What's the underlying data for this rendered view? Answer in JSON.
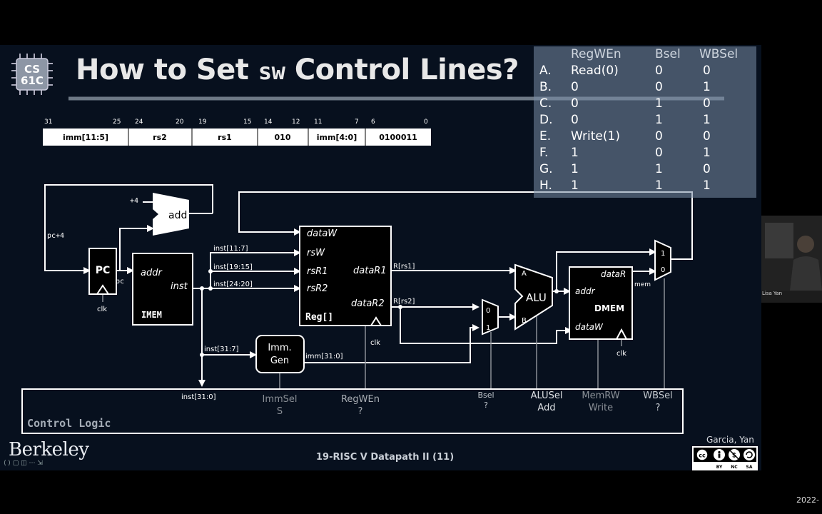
{
  "slide": {
    "logo_text": [
      "CS",
      "61C"
    ],
    "title_prefix": "How to Set ",
    "title_code": "sw",
    "title_suffix": " Control Lines?",
    "footer": "19-RISC V Datapath II (11)",
    "author": "Garcia, Yan",
    "institution": "Berkeley",
    "license": [
      "BY",
      "NC",
      "SA"
    ],
    "corner_date": "2022-"
  },
  "answer_table": {
    "headers": [
      "RegWEn",
      "Bsel",
      "WBSel"
    ],
    "rows": [
      {
        "opt": "A.",
        "regwen": "Read(0)",
        "bsel": "0",
        "wbsel": "0"
      },
      {
        "opt": "B.",
        "regwen": "0",
        "bsel": "0",
        "wbsel": "1"
      },
      {
        "opt": "C.",
        "regwen": "0",
        "bsel": "1",
        "wbsel": "0"
      },
      {
        "opt": "D.",
        "regwen": "0",
        "bsel": "1",
        "wbsel": "1"
      },
      {
        "opt": "E.",
        "regwen": "Write(1)",
        "bsel": "0",
        "wbsel": "0"
      },
      {
        "opt": "F.",
        "regwen": "1",
        "bsel": "0",
        "wbsel": "1"
      },
      {
        "opt": "G.",
        "regwen": "1",
        "bsel": "1",
        "wbsel": "0"
      },
      {
        "opt": "H.",
        "regwen": "1",
        "bsel": "1",
        "wbsel": "1"
      }
    ]
  },
  "instr_format": {
    "bit_labels": [
      "31",
      "25",
      "24",
      "20",
      "19",
      "15",
      "14",
      "12",
      "11",
      "7",
      "6",
      "0"
    ],
    "fields": [
      "imm[11:5]",
      "rs2",
      "rs1",
      "010",
      "imm[4:0]",
      "0100011"
    ]
  },
  "datapath": {
    "plus4": "+4",
    "add": "add",
    "pc4": "pc+4",
    "pc": "PC",
    "pc_out": "pc",
    "clk": "clk",
    "imem_addr": "addr",
    "imem_inst": "inst",
    "imem": "IMEM",
    "inst_11_7": "inst[11:7]",
    "inst_19_15": "inst[19:15]",
    "inst_24_20": "inst[24:20]",
    "inst_31_7": "inst[31:7]",
    "inst_31_0": "inst[31:0]",
    "reg_dataw": "dataW",
    "reg_rsw": "rsW",
    "reg_rsr1": "rsR1",
    "reg_rsr2": "rsR2",
    "reg_datar1": "dataR1",
    "reg_datar2": "dataR2",
    "reg": "Reg[]",
    "r_rs1": "R[rs1]",
    "r_rs2": "R[rs2]",
    "immgen_1": "Imm.",
    "immgen_2": "Gen",
    "imm_31_0": "imm[31:0]",
    "mux0": "0",
    "mux1": "1",
    "alu": "ALU",
    "alu_a": "A",
    "alu_b": "B",
    "dmem_datar": "dataR",
    "dmem_addr": "addr",
    "dmem": "DMEM",
    "dmem_dataw": "dataW",
    "mem": "mem",
    "control_logic": "Control Logic",
    "immsel": "ImmSel",
    "immsel_val": "S",
    "regwen": "RegWEn",
    "regwen_val": "?",
    "bsel": "Bsel",
    "bsel_val": "?",
    "alusel": "ALUSel",
    "alusel_val": "Add",
    "memrw": "MemRW",
    "memrw_val": "Write",
    "wbsel": "WBSel",
    "wbsel_val": "?"
  },
  "webcam": {
    "name": "Lisa Yan"
  },
  "colors": {
    "slide_bg": "#07101e",
    "line": "#ffffff",
    "table_bg": "#7a8ca5"
  }
}
